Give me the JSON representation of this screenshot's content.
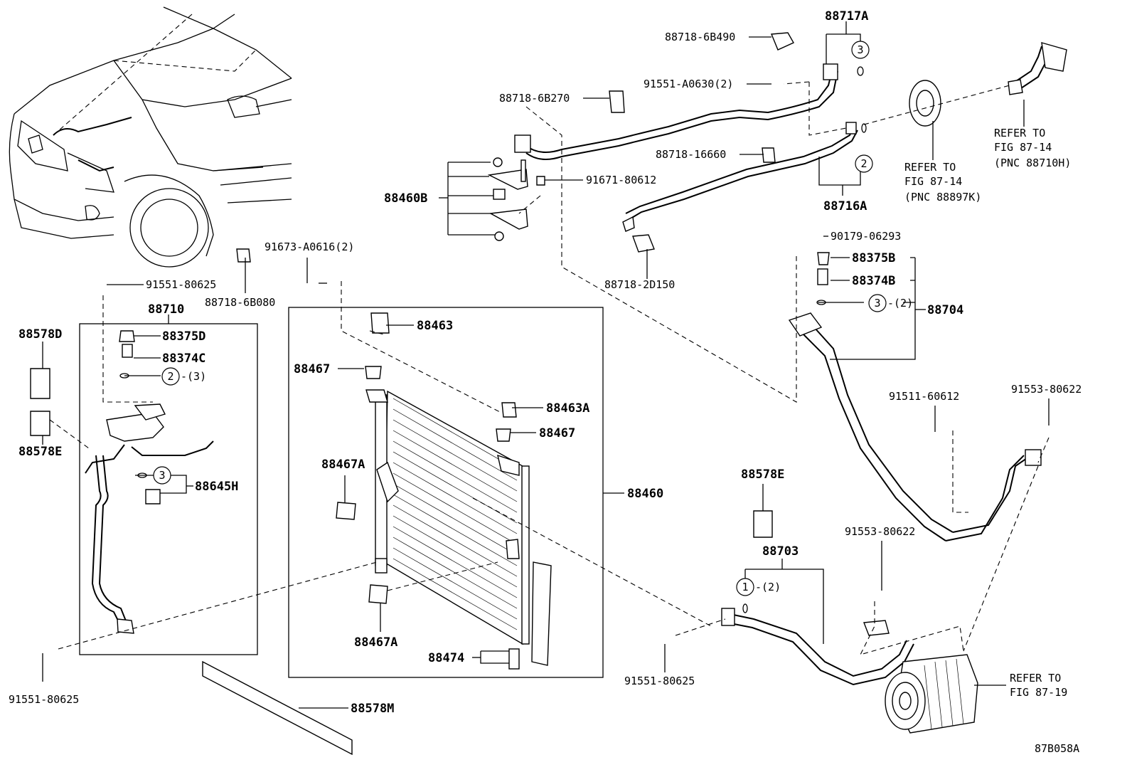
{
  "diagram_id": "87B058A",
  "parts": {
    "p88717A": "88717A",
    "p88718_6B490": "88718-6B490",
    "p91551_A0630": "91551-A0630(2)",
    "p88718_6B270": "88718-6B270",
    "p88718_16660": "88718-16660",
    "p88716A": "88716A",
    "p88460B": "88460B",
    "p91671_80612": "91671-80612",
    "p88718_2D150": "88718-2D150",
    "p90179_06293": "90179-06293",
    "p88375B": "88375B",
    "p88374B": "88374B",
    "p88704": "88704",
    "qty_3_2": "-(2)",
    "p91673_A0616": "91673-A0616(2)",
    "p91551_80625_top": "91551-80625",
    "p88718_6B080": "88718-6B080",
    "p88710": "88710",
    "p88578D": "88578D",
    "p88375D": "88375D",
    "p88374C": "88374C",
    "qty_2_3": "-(3)",
    "p88578E_left": "88578E",
    "p88645H": "88645H",
    "p88463": "88463",
    "p88467_a": "88467",
    "p88463A": "88463A",
    "p88467_b": "88467",
    "p88467A_a": "88467A",
    "p88460": "88460",
    "p88467A_b": "88467A",
    "p88474": "88474",
    "p91551_80625_left": "91551-80625",
    "p88578M": "88578M",
    "p91511_60612": "91511-60612",
    "p91553_80622_a": "91553-80622",
    "p88578E_right": "88578E",
    "p88703": "88703",
    "qty_1_2": "-(2)",
    "p91553_80622_b": "91553-80622",
    "p91551_80625_bottom": "91551-80625"
  },
  "circle_refs": {
    "c1": "1",
    "c2": "2",
    "c3": "3"
  },
  "refer_notes": {
    "fig_88710H": {
      "l1": "REFER TO",
      "l2": "FIG 87-14",
      "l3": "(PNC 88710H)"
    },
    "fig_88897K": {
      "l1": "REFER TO",
      "l2": "FIG 87-14",
      "l3": "(PNC 88897K)"
    },
    "fig_87_19": {
      "l1": "REFER TO",
      "l2": "FIG 87-19"
    }
  }
}
